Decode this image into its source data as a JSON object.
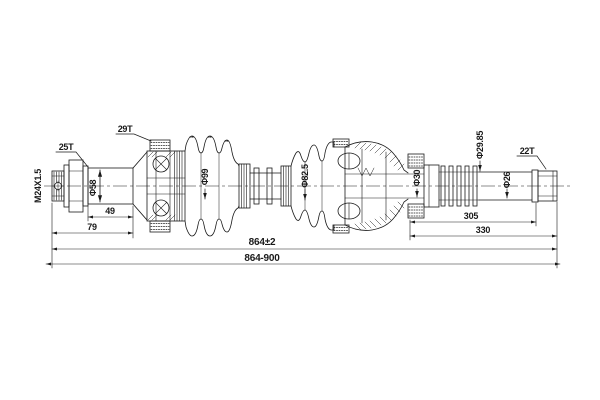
{
  "drawing": {
    "kind": "cv-drive-shaft-technical-drawing",
    "background": "#ffffff",
    "line_color": "#1a1a1a",
    "labels": {
      "thread": "M24X1.5",
      "spline_outer": "25T",
      "spline_ring": "29T",
      "spline_inner": "22T",
      "dia_stem": "Φ58",
      "dia_outer_boot": "Φ99",
      "dia_inner_boot": "Φ82.5",
      "dia_tone_ring": "Φ30",
      "dia_seat": "Φ29.85",
      "dia_shaft": "Φ26"
    },
    "dimensions": {
      "d49": "49",
      "d79": "79",
      "d305": "305",
      "d330": "330",
      "overall": "864±2",
      "overall_range": "864-900"
    }
  }
}
